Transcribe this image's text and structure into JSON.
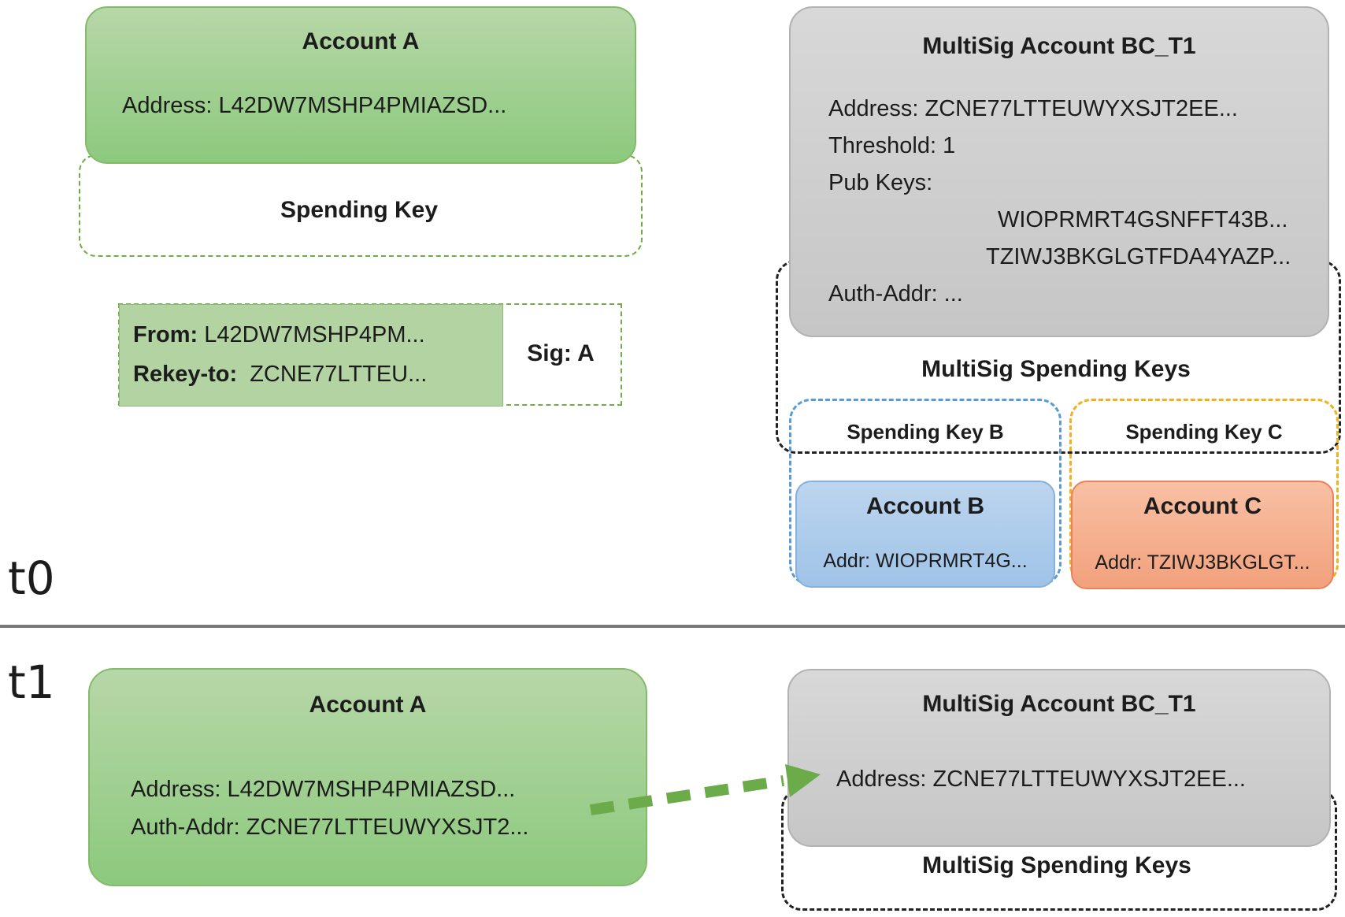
{
  "palette": {
    "green_fill_top": "#b7d7a8",
    "green_fill_bottom": "#8cc97d",
    "green_border": "#83bb6b",
    "green_dash": "#70ad47",
    "arrow_green": "#6cab49",
    "gray_fill_top": "#d8d8d8",
    "gray_fill_bottom": "#c6c6c6",
    "gray_border": "#b2b2b2",
    "black_dash": "#222222",
    "blue_dash": "#5b9bd5",
    "blue_fill_top": "#bdd5ee",
    "blue_fill_bottom": "#9fc3e8",
    "blue_border": "#86b0dd",
    "yellow_dash": "#f2b01e",
    "orange_fill_top": "#f8c0a4",
    "orange_fill_bottom": "#f2a17c",
    "orange_border": "#e9825a",
    "divider_gray": "#7a7a7a"
  },
  "t0": {
    "label": "t0",
    "account_a": {
      "title": "Account A",
      "address": "Address: L42DW7MSHP4PMIAZSD...",
      "spending_key_label": "Spending Key"
    },
    "rekey_txn": {
      "from_label": "From:",
      "from_value": "L42DW7MSHP4PM...",
      "rekey_label": "Rekey-to:",
      "rekey_value": "ZCNE77LTTEU...",
      "sig_label": "Sig: A"
    },
    "multisig": {
      "title": "MultiSig Account BC_T1",
      "address": "Address: ZCNE77LTTEUWYXSJT2EE...",
      "threshold": "Threshold: 1",
      "pub_keys_label": "Pub Keys:",
      "pub_key_1": "WIOPRMRT4GSNFFT43B...",
      "pub_key_2": "TZIWJ3BKGLGTFDA4YAZP...",
      "auth_addr": "Auth-Addr: ...",
      "spending_keys_label": "MultiSig Spending Keys",
      "spending_key_b_label": "Spending Key B",
      "spending_key_c_label": "Spending Key C",
      "account_b": {
        "title": "Account B",
        "addr": "Addr: WIOPRMRT4G..."
      },
      "account_c": {
        "title": "Account C",
        "addr": "Addr: TZIWJ3BKGLGT..."
      }
    }
  },
  "t1": {
    "label": "t1",
    "account_a": {
      "title": "Account A",
      "address": "Address: L42DW7MSHP4PMIAZSD...",
      "auth_addr": "Auth-Addr: ZCNE77LTTEUWYXSJT2..."
    },
    "multisig": {
      "title": "MultiSig Account BC_T1",
      "address": "Address: ZCNE77LTTEUWYXSJT2EE...",
      "spending_keys_label": "MultiSig Spending Keys"
    }
  }
}
